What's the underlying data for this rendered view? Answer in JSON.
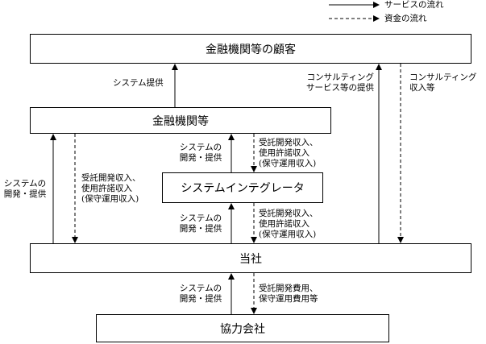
{
  "legend": {
    "service": "サービスの流れ",
    "money": "資金の流れ"
  },
  "nodes": {
    "customers": "金融機関等の顧客",
    "financial": "金融機関等",
    "integrator": "システムインテグレータ",
    "company": "当社",
    "partner": "協力会社"
  },
  "edges": {
    "fin_to_customer": "システム提供",
    "company_to_customer_service": [
      "コンサルティング",
      "サービス等の提供"
    ],
    "customer_to_company_money": [
      "コンサルティング",
      "収入等"
    ],
    "company_to_fin_service": [
      "システムの",
      "開発・提供"
    ],
    "fin_to_company_money": [
      "受託開発収入、",
      "使用許諾収入",
      "(保守運用収入)"
    ],
    "si_to_fin_service": [
      "システムの",
      "開発・提供"
    ],
    "fin_to_si_money": [
      "受託開発収入、",
      "使用許諾収入",
      "(保守運用収入)"
    ],
    "company_to_si_service": [
      "システムの",
      "開発・提供"
    ],
    "si_to_company_money": [
      "受託開発収入、",
      "使用許諾収入",
      "(保守運用収入)"
    ],
    "partner_to_company_service": [
      "システムの",
      "開発・提供"
    ],
    "company_to_partner_money": [
      "受託開発費用、",
      "保守運用費用等"
    ]
  }
}
